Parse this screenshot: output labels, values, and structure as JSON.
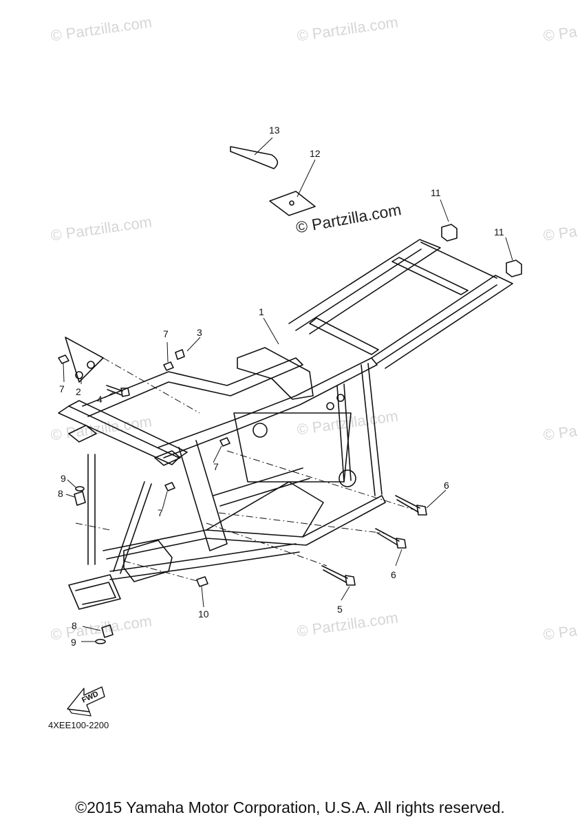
{
  "watermarks": [
    "© Partzilla.com",
    "© Partzilla.com",
    "© Pa",
    "© Partzilla.com",
    "© Pa",
    "© Partzilla.com",
    "© Partzilla.com",
    "© Pa",
    "© Partzilla.com",
    "© Partzilla.com",
    "© Pa"
  ],
  "brand_watermark": "© Partzilla.com",
  "callouts": [
    "1",
    "2",
    "3",
    "4",
    "5",
    "6",
    "6",
    "7",
    "7",
    "7",
    "7",
    "8",
    "8",
    "9",
    "9",
    "10",
    "11",
    "11",
    "12",
    "13"
  ],
  "fwd_label": "FWD",
  "diagram_code": "4XEE100-2200",
  "copyright": "©2015 Yamaha Motor Corporation, U.S.A. All rights reserved."
}
